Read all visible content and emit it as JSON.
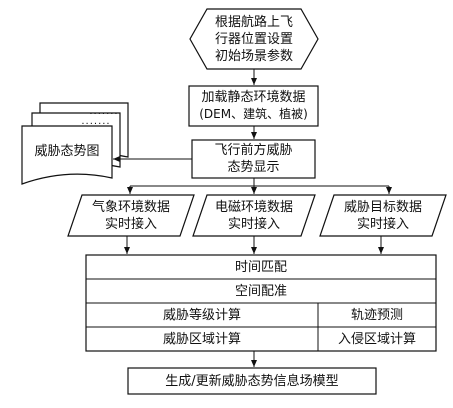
{
  "diagram": {
    "start_node": [
      "根据航路上飞",
      "行器位置设置",
      "初始场景参数"
    ],
    "load_node": [
      "加载静态环境数据",
      "(DEM、建筑、植被)"
    ],
    "display_node": [
      "飞行前方威胁",
      "态势显示"
    ],
    "threat_map_doc": "威胁态势图",
    "doc_dots": ".......",
    "inputs": [
      [
        "气象环境数据",
        "实时接入"
      ],
      [
        "电磁环境数据",
        "实时接入"
      ],
      [
        "威胁目标数据",
        "实时接入"
      ]
    ],
    "process_block": {
      "time_match": "时间匹配",
      "space_align": "空间配准",
      "threat_level": "威胁等级计算",
      "trajectory": "轨迹预测",
      "threat_area": "威胁区域计算",
      "intrusion_area": "入侵区域计算"
    },
    "output_node": "生成/更新威胁态势信息场模型"
  }
}
